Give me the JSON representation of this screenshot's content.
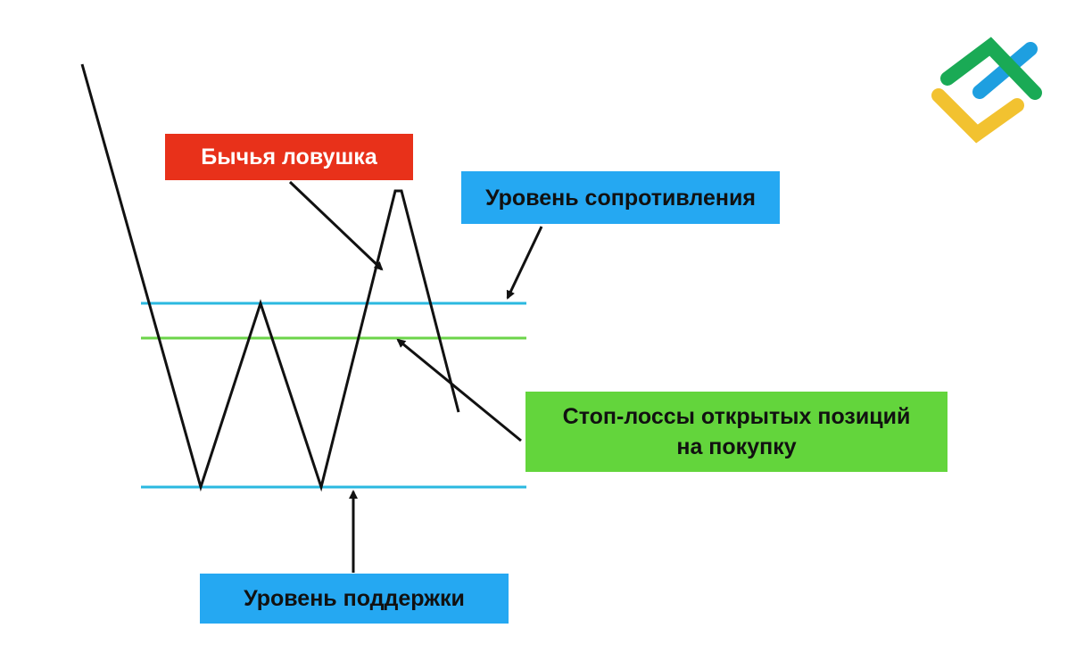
{
  "colors": {
    "bull_trap_bg": "#e8311a",
    "resistance_bg": "#25a8f2",
    "support_bg": "#25a8f2",
    "stoploss_bg": "#63d53c",
    "resistance_line": "#2bb8e0",
    "support_line": "#2bb8e0",
    "stoploss_line": "#6cd44a",
    "price_line": "#111111",
    "arrow": "#111111",
    "logo_green": "#1aaa55",
    "logo_blue": "#1e9fe0",
    "logo_yellow": "#f2c230"
  },
  "labels": {
    "bull_trap": "Бычья ловушка",
    "resistance": "Уровень сопротивления",
    "stoploss_line1": "Стоп-лоссы открытых позиций",
    "stoploss_line2": "на покупку",
    "support": "Уровень поддержки"
  },
  "logo": {
    "icon": "brand-logo-icon"
  }
}
